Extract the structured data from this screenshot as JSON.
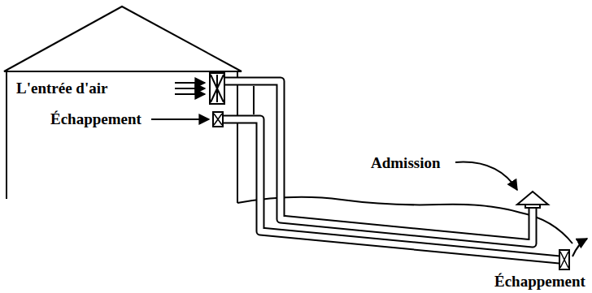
{
  "diagram": {
    "labels": [
      "L'entrée d'air",
      "Échappement",
      "Admission",
      "Échappement"
    ]
  }
}
